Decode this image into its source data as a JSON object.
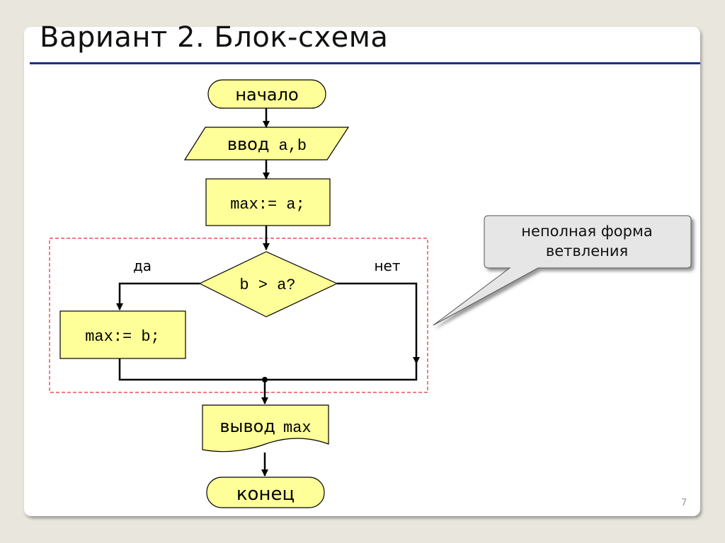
{
  "title": "Вариант 2. Блок-схема",
  "slide_number": "7",
  "flowchart": {
    "start": "начало",
    "input_word": "ввод",
    "input_vars": "a,b",
    "assign_a": "max:= a;",
    "condition": "b > a?",
    "yes_label": "да",
    "no_label": "нет",
    "assign_b": "max:= b;",
    "output_word": "вывод",
    "output_var": "max",
    "end": "конец"
  },
  "callout": {
    "line1": "неполная форма",
    "line2": "ветвления"
  },
  "colors": {
    "block_fill": "#ffff99",
    "title_rule": "#1f2f8c",
    "dashed_border": "#e0303a",
    "callout_fill": "#e6e6e6"
  }
}
